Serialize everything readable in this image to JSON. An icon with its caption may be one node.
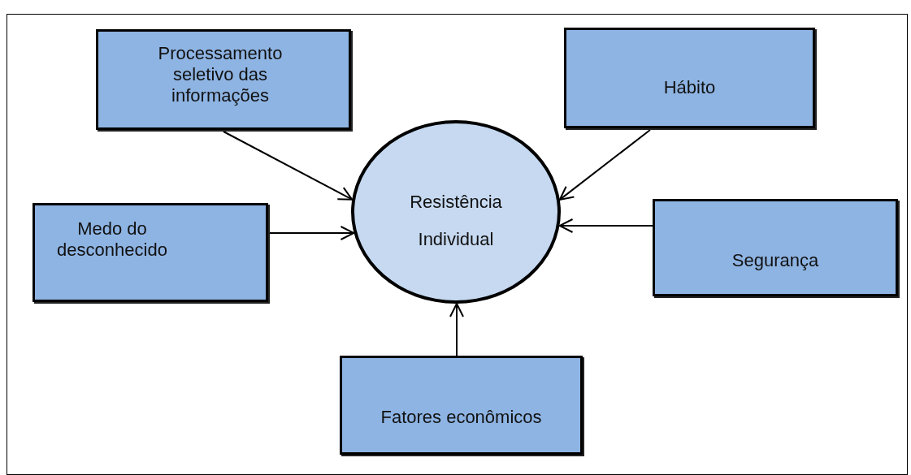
{
  "diagram": {
    "nodes": [
      {
        "text": [
          "Processamento seletivo das informações"
        ]
      },
      {
        "text": [
          "Hábito"
        ]
      },
      {
        "text": [
          "Resistência Individual"
        ]
      },
      {
        "text": [
          "Medo do desconhecido"
        ]
      },
      {
        "text": [
          "Segurança"
        ]
      },
      {
        "text": [
          "Fatores econômicos"
        ]
      }
    ],
    "edges": [
      {
        "from": 0,
        "to": 2,
        "arrow": "to"
      },
      {
        "from": 1,
        "to": 2,
        "arrow": "to"
      },
      {
        "from": 3,
        "to": 2,
        "arrow": "to"
      },
      {
        "from": 4,
        "to": 2,
        "arrow": "to"
      },
      {
        "from": 5,
        "to": 2,
        "arrow": "to"
      }
    ]
  }
}
